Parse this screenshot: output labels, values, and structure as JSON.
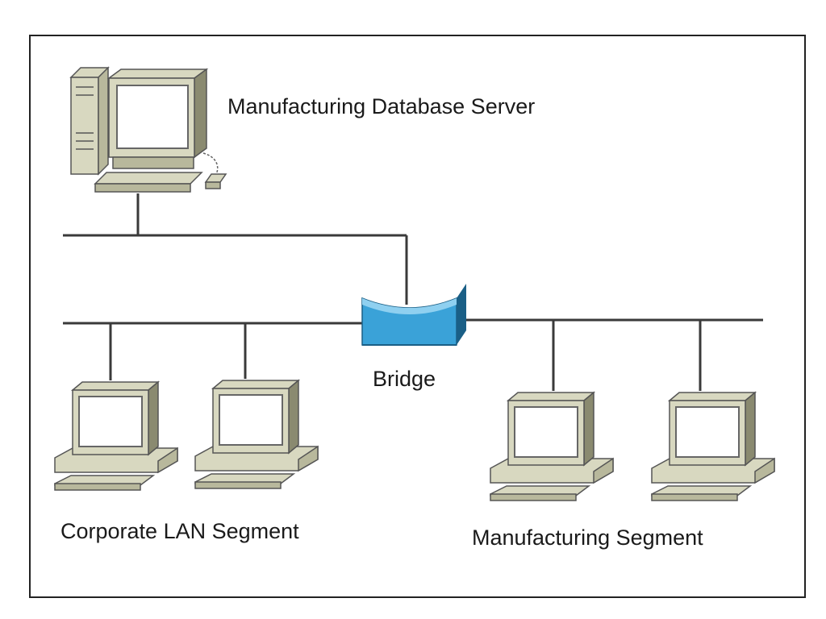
{
  "labels": {
    "server": "Manufacturing Database Server",
    "bridge": "Bridge",
    "corporate_segment": "Corporate LAN Segment",
    "manufacturing_segment": "Manufacturing Segment"
  },
  "colors": {
    "frame": "#222222",
    "line": "#3a3a3a",
    "computer_body": "#d8d8c0",
    "computer_shade": "#b8b89c",
    "computer_dark": "#8a8a70",
    "screen": "#ffffff",
    "bridge_front": "#3aa2d8",
    "bridge_light": "#8fd0f0",
    "bridge_side": "#1a5f86"
  },
  "icons": {
    "server": "desktop-tower-computer-icon",
    "workstation": "desktop-computer-icon",
    "bridge": "network-bridge-icon"
  }
}
